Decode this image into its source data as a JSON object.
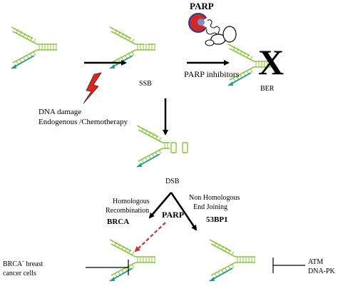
{
  "colors": {
    "strand_green": "#8cc63f",
    "arrow_teal": "#1a9a8a",
    "rung_green": "#8cc63f",
    "ink": "#000000",
    "bolt_red": "#e0261b",
    "dashed_red": "#d0312d",
    "parp_red": "#cc2a2a",
    "parp_blue": "#2b3b8f"
  },
  "labels": {
    "parp_top": "PARP",
    "ssb": "SSB",
    "parp_inhibitors": "PARP inhibitors",
    "ber": "BER",
    "block_mark": "X",
    "dna_damage_line1": "DNA damage",
    "dna_damage_line2": "Endogenous /Chemotherapy",
    "dsb": "DSB",
    "hr_line1": "Homologous",
    "hr_line2": "Recombination",
    "nhej_line1": "Non Homologous",
    "nhej_line2": "End Joining",
    "parp_mid": "PARP",
    "brca": "BRCA",
    "bp53": "53BP1",
    "brca_cells_prefix": "BRCA",
    "brca_cells_sup": "-",
    "brca_cells_suffix": " breast",
    "brca_cells_line2": "cancer cells",
    "atm": "ATM",
    "dnapk": "DNA-PK"
  }
}
